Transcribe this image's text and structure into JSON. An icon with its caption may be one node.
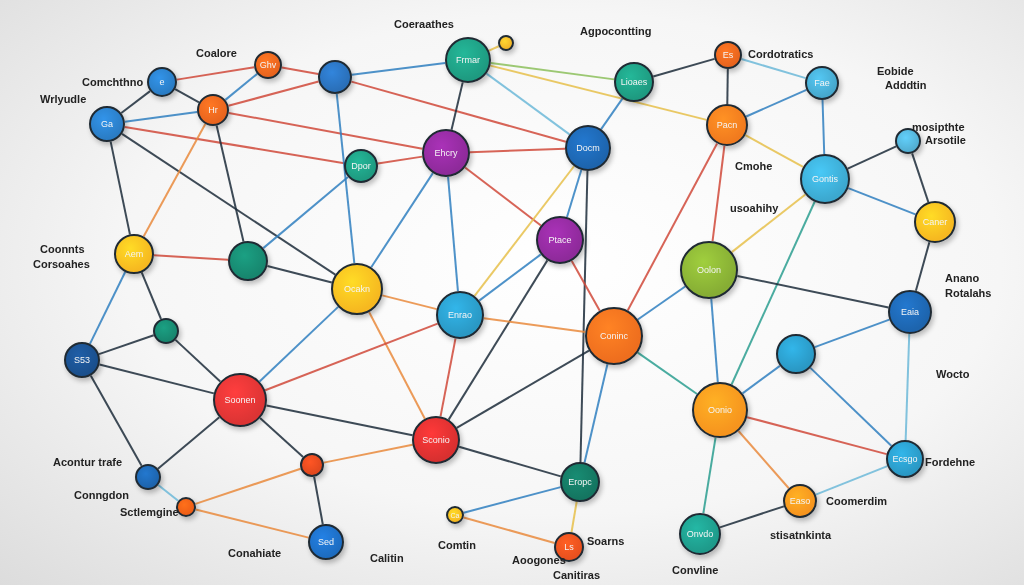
{
  "diagram": {
    "nodes": [
      {
        "text": [
          "Ga"
        ]
      },
      {
        "text": [
          "e"
        ]
      },
      {
        "text": [
          "Ghv"
        ]
      },
      {
        "text": [
          "Hr"
        ]
      },
      {
        "text": [],
        "shape": "circle"
      },
      {
        "text": [
          "Frmar"
        ]
      },
      {
        "text": [],
        "shape": "circle"
      },
      {
        "text": [
          "Lioaes"
        ]
      },
      {
        "text": [
          "Es"
        ]
      },
      {
        "text": [
          "Fae"
        ]
      },
      {
        "text": [
          "Pacn"
        ]
      },
      {
        "text": [
          "Ehcry"
        ]
      },
      {
        "text": [
          "Dpor"
        ]
      },
      {
        "text": [
          "Docm"
        ]
      },
      {
        "text": [],
        "shape": "circle"
      },
      {
        "text": [
          "Gontis"
        ]
      },
      {
        "text": [
          "Aem"
        ]
      },
      {
        "text": [],
        "shape": "circle"
      },
      {
        "text": [
          "Ptace"
        ]
      },
      {
        "text": [
          "Caner"
        ]
      },
      {
        "text": [
          "Ocakn"
        ]
      },
      {
        "text": [
          "Oolon"
        ]
      },
      {
        "text": [
          "Enrao"
        ]
      },
      {
        "text": [
          "Coninc"
        ]
      },
      {
        "text": [
          "Eaia"
        ]
      },
      {
        "text": [],
        "shape": "circle"
      },
      {
        "text": [
          "S53"
        ]
      },
      {
        "text": [],
        "shape": "circle"
      },
      {
        "text": [
          "Soonen"
        ]
      },
      {
        "text": [
          "Oonio"
        ]
      },
      {
        "text": [
          "Sconio"
        ]
      },
      {
        "text": [],
        "shape": "circle"
      },
      {
        "text": [],
        "shape": "circle"
      },
      {
        "text": [
          "Ecsgo"
        ]
      },
      {
        "text": [],
        "shape": "circle"
      },
      {
        "text": [
          "Eropc"
        ]
      },
      {
        "text": [
          "Ca"
        ]
      },
      {
        "text": [
          "Easo"
        ]
      },
      {
        "text": [
          "Sed"
        ]
      },
      {
        "text": [
          "Ls"
        ]
      },
      {
        "text": [
          "Onvdo"
        ]
      }
    ],
    "edges": [
      {
        "from": 0,
        "to": 1,
        "arrow": "none",
        "color": "#1c2b3a"
      },
      {
        "from": 1,
        "to": 3,
        "arrow": "none",
        "color": "#1c2b3a"
      },
      {
        "from": 0,
        "to": 16,
        "arrow": "none",
        "color": "#1c2b3a"
      },
      {
        "from": 0,
        "to": 20,
        "arrow": "none",
        "color": "#1c2b3a"
      },
      {
        "from": 0,
        "to": 3,
        "arrow": "none",
        "color": "#2f7fc0"
      },
      {
        "from": 0,
        "to": 12,
        "arrow": "none",
        "color": "#d0493a"
      },
      {
        "from": 1,
        "to": 2,
        "arrow": "none",
        "color": "#d0493a"
      },
      {
        "from": 2,
        "to": 3,
        "arrow": "none",
        "color": "#2f7fc0"
      },
      {
        "from": 2,
        "to": 4,
        "arrow": "none",
        "color": "#d0493a"
      },
      {
        "from": 3,
        "to": 4,
        "arrow": "none",
        "color": "#d0493a"
      },
      {
        "from": 3,
        "to": 17,
        "arrow": "none",
        "color": "#1c2b3a"
      },
      {
        "from": 3,
        "to": 11,
        "arrow": "none",
        "color": "#d0493a"
      },
      {
        "from": 3,
        "to": 16,
        "arrow": "none",
        "color": "#e98a3c"
      },
      {
        "from": 4,
        "to": 5,
        "arrow": "none",
        "color": "#2f7fc0"
      },
      {
        "from": 4,
        "to": 13,
        "arrow": "none",
        "color": "#d0493a"
      },
      {
        "from": 4,
        "to": 20,
        "arrow": "none",
        "color": "#2f7fc0"
      },
      {
        "from": 5,
        "to": 11,
        "arrow": "none",
        "color": "#1c2b3a"
      },
      {
        "from": 5,
        "to": 7,
        "arrow": "none",
        "color": "#8cc05c"
      },
      {
        "from": 5,
        "to": 6,
        "arrow": "none",
        "color": "#e6c04a"
      },
      {
        "from": 5,
        "to": 10,
        "arrow": "none",
        "color": "#e6c04a"
      },
      {
        "from": 5,
        "to": 13,
        "arrow": "none",
        "color": "#6cb8d8"
      },
      {
        "from": 7,
        "to": 13,
        "arrow": "none",
        "color": "#2f7fc0"
      },
      {
        "from": 8,
        "to": 7,
        "arrow": "none",
        "color": "#1c2b3a"
      },
      {
        "from": 8,
        "to": 10,
        "arrow": "none",
        "color": "#1c2b3a"
      },
      {
        "from": 8,
        "to": 9,
        "arrow": "none",
        "color": "#6cb8d8"
      },
      {
        "from": 9,
        "to": 10,
        "arrow": "none",
        "color": "#2f7fc0"
      },
      {
        "from": 9,
        "to": 15,
        "arrow": "none",
        "color": "#2f7fc0"
      },
      {
        "from": 14,
        "to": 15,
        "arrow": "none",
        "color": "#1c2b3a"
      },
      {
        "from": 14,
        "to": 19,
        "arrow": "none",
        "color": "#1c2b3a"
      },
      {
        "from": 19,
        "to": 24,
        "arrow": "none",
        "color": "#1c2b3a"
      },
      {
        "from": 15,
        "to": 19,
        "arrow": "none",
        "color": "#2f7fc0"
      },
      {
        "from": 15,
        "to": 21,
        "arrow": "none",
        "color": "#e6c04a"
      },
      {
        "from": 15,
        "to": 29,
        "arrow": "none",
        "color": "#2a9d8f"
      },
      {
        "from": 10,
        "to": 15,
        "arrow": "none",
        "color": "#e6c04a"
      },
      {
        "from": 10,
        "to": 21,
        "arrow": "none",
        "color": "#d0493a"
      },
      {
        "from": 10,
        "to": 23,
        "arrow": "none",
        "color": "#d0493a"
      },
      {
        "from": 11,
        "to": 12,
        "arrow": "none",
        "color": "#d0493a"
      },
      {
        "from": 11,
        "to": 13,
        "arrow": "none",
        "color": "#d0493a"
      },
      {
        "from": 11,
        "to": 18,
        "arrow": "none",
        "color": "#d0493a"
      },
      {
        "from": 11,
        "to": 20,
        "arrow": "none",
        "color": "#2f7fc0"
      },
      {
        "from": 11,
        "to": 22,
        "arrow": "none",
        "color": "#2f7fc0"
      },
      {
        "from": 12,
        "to": 17,
        "arrow": "none",
        "color": "#2f7fc0"
      },
      {
        "from": 13,
        "to": 18,
        "arrow": "none",
        "color": "#2f7fc0"
      },
      {
        "from": 13,
        "to": 35,
        "arrow": "none",
        "color": "#1c2b3a"
      },
      {
        "from": 13,
        "to": 22,
        "arrow": "none",
        "color": "#e6c04a"
      },
      {
        "from": 16,
        "to": 17,
        "arrow": "none",
        "color": "#d0493a"
      },
      {
        "from": 16,
        "to": 26,
        "arrow": "none",
        "color": "#2f7fc0"
      },
      {
        "from": 16,
        "to": 25,
        "arrow": "none",
        "color": "#1c2b3a"
      },
      {
        "from": 17,
        "to": 20,
        "arrow": "none",
        "color": "#1c2b3a"
      },
      {
        "from": 20,
        "to": 22,
        "arrow": "none",
        "color": "#e98a3c"
      },
      {
        "from": 20,
        "to": 30,
        "arrow": "none",
        "color": "#e98a3c"
      },
      {
        "from": 18,
        "to": 22,
        "arrow": "none",
        "color": "#2f7fc0"
      },
      {
        "from": 18,
        "to": 23,
        "arrow": "none",
        "color": "#d0493a"
      },
      {
        "from": 18,
        "to": 30,
        "arrow": "none",
        "color": "#1c2b3a"
      },
      {
        "from": 21,
        "to": 24,
        "arrow": "none",
        "color": "#1c2b3a"
      },
      {
        "from": 21,
        "to": 23,
        "arrow": "none",
        "color": "#2f7fc0"
      },
      {
        "from": 21,
        "to": 29,
        "arrow": "none",
        "color": "#2f7fc0"
      },
      {
        "from": 22,
        "to": 30,
        "arrow": "none",
        "color": "#d0493a"
      },
      {
        "from": 22,
        "to": 23,
        "arrow": "none",
        "color": "#e98a3c"
      },
      {
        "from": 23,
        "to": 29,
        "arrow": "none",
        "color": "#2a9d8f"
      },
      {
        "from": 23,
        "to": 30,
        "arrow": "none",
        "color": "#1c2b3a"
      },
      {
        "from": 23,
        "to": 35,
        "arrow": "none",
        "color": "#2f7fc0"
      },
      {
        "from": 24,
        "to": 27,
        "arrow": "none",
        "color": "#2f7fc0"
      },
      {
        "from": 24,
        "to": 33,
        "arrow": "none",
        "color": "#6cb8d8"
      },
      {
        "from": 27,
        "to": 29,
        "arrow": "none",
        "color": "#2f7fc0"
      },
      {
        "from": 27,
        "to": 33,
        "arrow": "none",
        "color": "#2f7fc0"
      },
      {
        "from": 29,
        "to": 33,
        "arrow": "none",
        "color": "#d0493a"
      },
      {
        "from": 29,
        "to": 37,
        "arrow": "none",
        "color": "#e98a3c"
      },
      {
        "from": 29,
        "to": 40,
        "arrow": "none",
        "color": "#2a9d8f"
      },
      {
        "from": 37,
        "to": 40,
        "arrow": "none",
        "color": "#1c2b3a"
      },
      {
        "from": 37,
        "to": 33,
        "arrow": "none",
        "color": "#6cb8d8"
      },
      {
        "from": 35,
        "to": 39,
        "arrow": "none",
        "color": "#e6c04a"
      },
      {
        "from": 35,
        "to": 36,
        "arrow": "none",
        "color": "#2f7fc0"
      },
      {
        "from": 30,
        "to": 35,
        "arrow": "none",
        "color": "#1c2b3a"
      },
      {
        "from": 30,
        "to": 31,
        "arrow": "none",
        "color": "#e98a3c"
      },
      {
        "from": 36,
        "to": 39,
        "arrow": "none",
        "color": "#e98a3c"
      },
      {
        "from": 28,
        "to": 30,
        "arrow": "none",
        "color": "#1c2b3a"
      },
      {
        "from": 28,
        "to": 20,
        "arrow": "none",
        "color": "#2f7fc0"
      },
      {
        "from": 28,
        "to": 22,
        "arrow": "none",
        "color": "#d0493a"
      },
      {
        "from": 26,
        "to": 25,
        "arrow": "none",
        "color": "#1c2b3a"
      },
      {
        "from": 26,
        "to": 28,
        "arrow": "none",
        "color": "#1c2b3a"
      },
      {
        "from": 26,
        "to": 32,
        "arrow": "none",
        "color": "#1c2b3a"
      },
      {
        "from": 25,
        "to": 28,
        "arrow": "none",
        "color": "#1c2b3a"
      },
      {
        "from": 32,
        "to": 28,
        "arrow": "none",
        "color": "#1c2b3a"
      },
      {
        "from": 28,
        "to": 31,
        "arrow": "none",
        "color": "#1c2b3a"
      },
      {
        "from": 31,
        "to": 38,
        "arrow": "none",
        "color": "#1c2b3a"
      },
      {
        "from": 34,
        "to": 38,
        "arrow": "none",
        "color": "#e98a3c"
      },
      {
        "from": 34,
        "to": 31,
        "arrow": "none",
        "color": "#e98a3c"
      },
      {
        "from": 32,
        "to": 34,
        "arrow": "none",
        "color": "#6cb8d8"
      }
    ],
    "labels": [
      "Comchthno",
      "Wrlyudle",
      "Coalore",
      "Coeraathes",
      "Agpocontting",
      "Cordotratics",
      "Eobide",
      "Adddtin",
      "mosipthte",
      "Arsotile",
      "Cmohe",
      "usoahihy",
      "Coonnts",
      "Corsoahes",
      "Anano",
      "Rotalahs",
      "Wocto",
      "Acontur trafe",
      "Conngdon",
      "Sctlemgine",
      "Fordehne",
      "Coomerdim",
      "stisatnkinta",
      "Conahiate",
      "Comtin",
      "Calitin",
      "Soarns",
      "Aoogones",
      "Convline",
      "Canitiras"
    ]
  }
}
